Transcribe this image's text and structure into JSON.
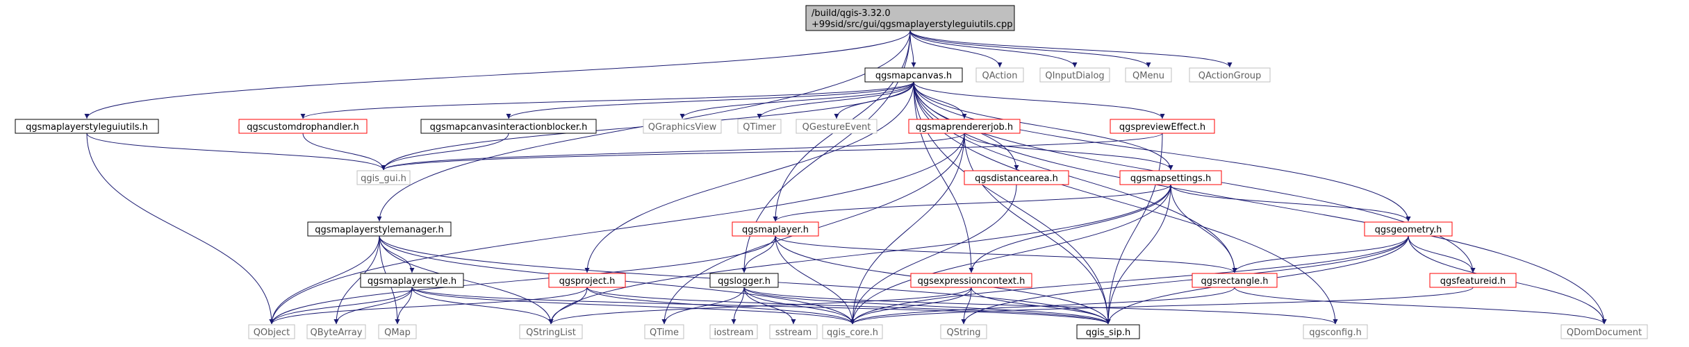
{
  "diagram": {
    "root_line1": "/build/qgis-3.32.0",
    "root_line2": "+99sid/src/gui/qgsmaplayerstyleguiutils.cpp",
    "colors": {
      "edge": "#191970",
      "black_border": "#000000",
      "red_border": "#ff0000",
      "gray_border": "#bfbfbf",
      "root_fill": "#bfbfbf"
    },
    "nodes": {
      "qgsmapcanvas": "qgsmapcanvas.h",
      "qaction": "QAction",
      "qinputdialog": "QInputDialog",
      "qmenu": "QMenu",
      "qactiongroup": "QActionGroup",
      "qgsmaplayerstyleguiutils": "qgsmaplayerstyleguiutils.h",
      "qgscustomdrophandler": "qgscustomdrophandler.h",
      "qgsmapcanvasinteractionblocker": "qgsmapcanvasinteractionblocker.h",
      "qgraphicsview": "QGraphicsView",
      "qtimer": "QTimer",
      "qgestureevent": "QGestureEvent",
      "qgsmaprendererjob": "qgsmaprendererjob.h",
      "qgspreviewEffect": "qgspreviewEffect.h",
      "qgis_gui": "qgis_gui.h",
      "qgsdistancearea": "qgsdistancearea.h",
      "qgsmapsettings": "qgsmapsettings.h",
      "qgsmaplayerstylemanager": "qgsmaplayerstylemanager.h",
      "qgsmaplayer": "qgsmaplayer.h",
      "qgsgeometry": "qgsgeometry.h",
      "qgsmaplayerstyle": "qgsmaplayerstyle.h",
      "qgsproject": "qgsproject.h",
      "qgslogger": "qgslogger.h",
      "qgsexpressioncontext": "qgsexpressioncontext.h",
      "qgsrectangle": "qgsrectangle.h",
      "qgsfeatureid": "qgsfeatureid.h",
      "qobject": "QObject",
      "qbytearray": "QByteArray",
      "qmap": "QMap",
      "qstringlist": "QStringList",
      "qtime": "QTime",
      "iostream": "iostream",
      "sstream": "sstream",
      "qgis_core": "qgis_core.h",
      "qstring": "QString",
      "qgis_sip": "qgis_sip.h",
      "qgsconfig": "qgsconfig.h",
      "qdomdocument": "QDomDocument"
    }
  }
}
